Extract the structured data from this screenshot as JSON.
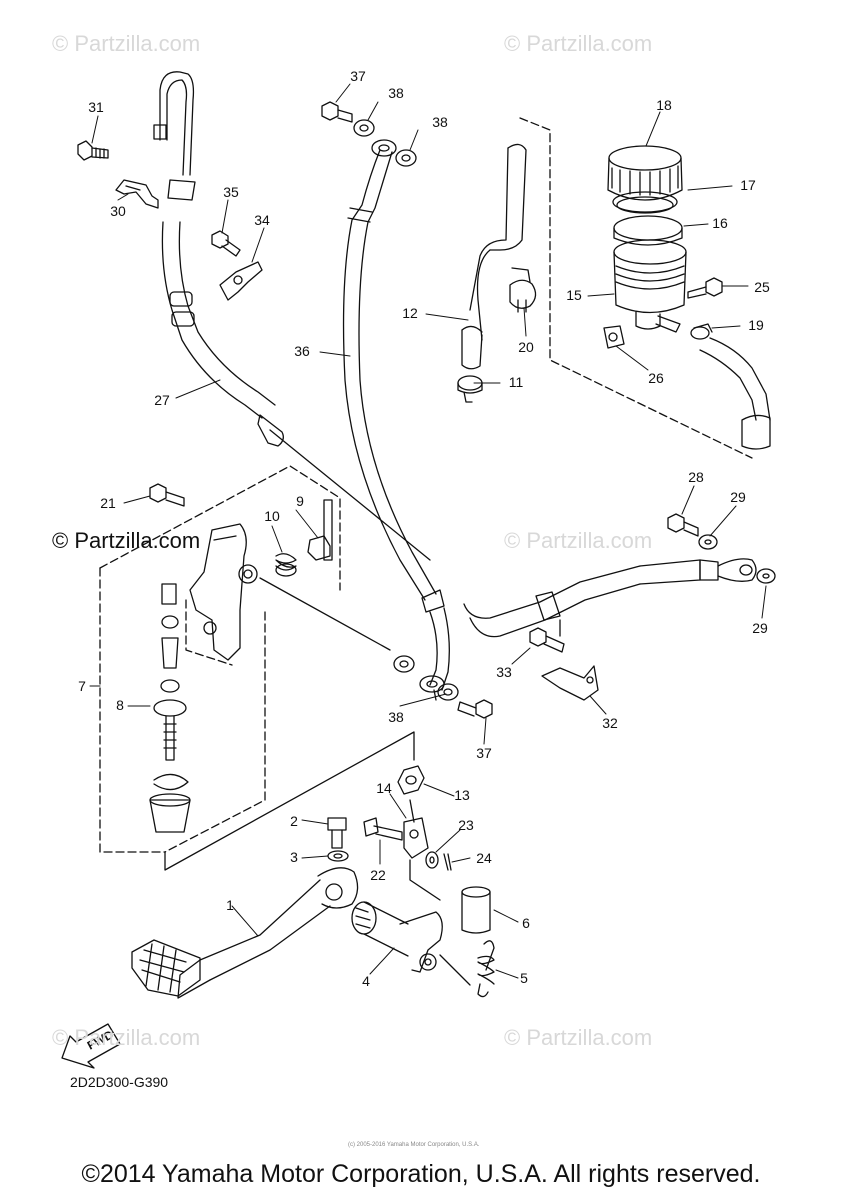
{
  "watermarks": {
    "main": "© Partzilla.com",
    "prominent": "© Partzilla.com"
  },
  "diagram_code": "2D2D300-G390",
  "fwd_label": "FWD",
  "fine_print": "(c) 2005-2016 Yamaha Motor Corporation, U.S.A.",
  "footer": "©2014 Yamaha Motor Corporation, U.S.A. All rights reserved.",
  "callouts": [
    "31",
    "30",
    "35",
    "34",
    "27",
    "37",
    "38",
    "38",
    "36",
    "12",
    "11",
    "20",
    "18",
    "17",
    "16",
    "15",
    "25",
    "19",
    "26",
    "21",
    "9",
    "10",
    "7",
    "8",
    "28",
    "29",
    "29",
    "33",
    "32",
    "38",
    "37",
    "13",
    "14",
    "2",
    "3",
    "22",
    "23",
    "24",
    "1",
    "6",
    "4",
    "5"
  ]
}
